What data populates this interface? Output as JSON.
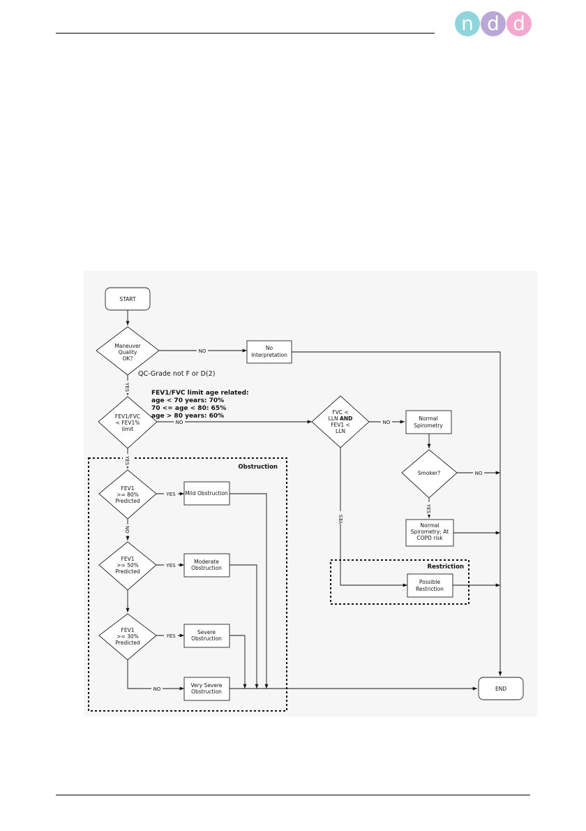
{
  "logo": {
    "letters": [
      "n",
      "d",
      "d"
    ],
    "colors": [
      "#8fd6dc",
      "#b9a7d8",
      "#f2a8cf"
    ]
  },
  "flowchart": {
    "start": "START",
    "end": "END",
    "maneuver": [
      "Maneuver",
      "Quality",
      "OK?"
    ],
    "qc_note": "QC-Grade not F or D(2)",
    "no_interp": [
      "No",
      "Interpretation"
    ],
    "ratio": [
      "FEV1/FVC",
      "< FEV1%",
      "limit"
    ],
    "age_note": [
      "FEV1/FVC limit age related:",
      "age < 70 years:  70%",
      "70 <= age < 80: 65%",
      "age > 80 years:  60%"
    ],
    "fvc": [
      "FVC <",
      "LLN",
      "AND",
      "FEV1 <",
      "LLN"
    ],
    "normal": [
      "Normal",
      "Spirometry"
    ],
    "smoker": "Smoker?",
    "normal_copd": [
      "Normal",
      "Spirometry; At",
      "COPD risk"
    ],
    "restriction_title": "Restriction",
    "possible_restriction": [
      "Possible",
      "Restriction"
    ],
    "obstruction_title": "Obstruction",
    "fev80": [
      "FEV1",
      ">= 80%",
      "Predicted"
    ],
    "fev50": [
      "FEV1",
      ">= 50%",
      "Predicted"
    ],
    "fev30": [
      "FEV1",
      ">= 30%",
      "Predicted"
    ],
    "mild": "Mild Obstruction",
    "moderate": [
      "Moderate",
      "Obstruction"
    ],
    "severe": [
      "Severe",
      "Obstruction"
    ],
    "very_severe": [
      "Very Severe",
      "Obstruction"
    ],
    "yes": "YES",
    "no": "NO"
  }
}
